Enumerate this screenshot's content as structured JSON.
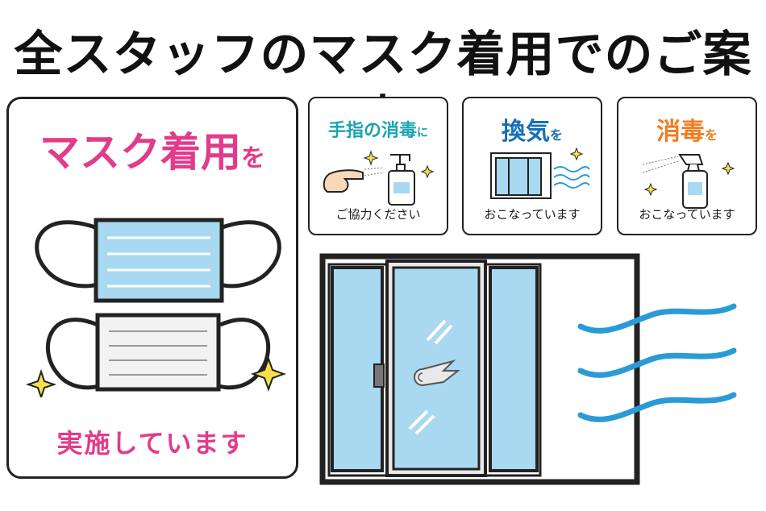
{
  "title": "全スタッフのマスク着用でのご案内",
  "mask_card": {
    "heading_main": "マスク着用",
    "heading_particle": "を",
    "footer": "実施しています"
  },
  "disinfect_hands_card": {
    "heading_main": "手指の消毒",
    "heading_particle": "に",
    "footer": "ご協力ください"
  },
  "ventilation_card": {
    "heading_main": "換気",
    "heading_particle": "を",
    "footer": "おこなっています"
  },
  "sanitize_card": {
    "heading_main": "消毒",
    "heading_particle": "を",
    "footer": "おこなっています"
  },
  "colors": {
    "pink": "#e23b8a",
    "teal": "#1ba3b1",
    "blue": "#1670b5",
    "orange": "#ef7d21",
    "glass": "#a9d8f1",
    "wind": "#2b9bd8"
  }
}
